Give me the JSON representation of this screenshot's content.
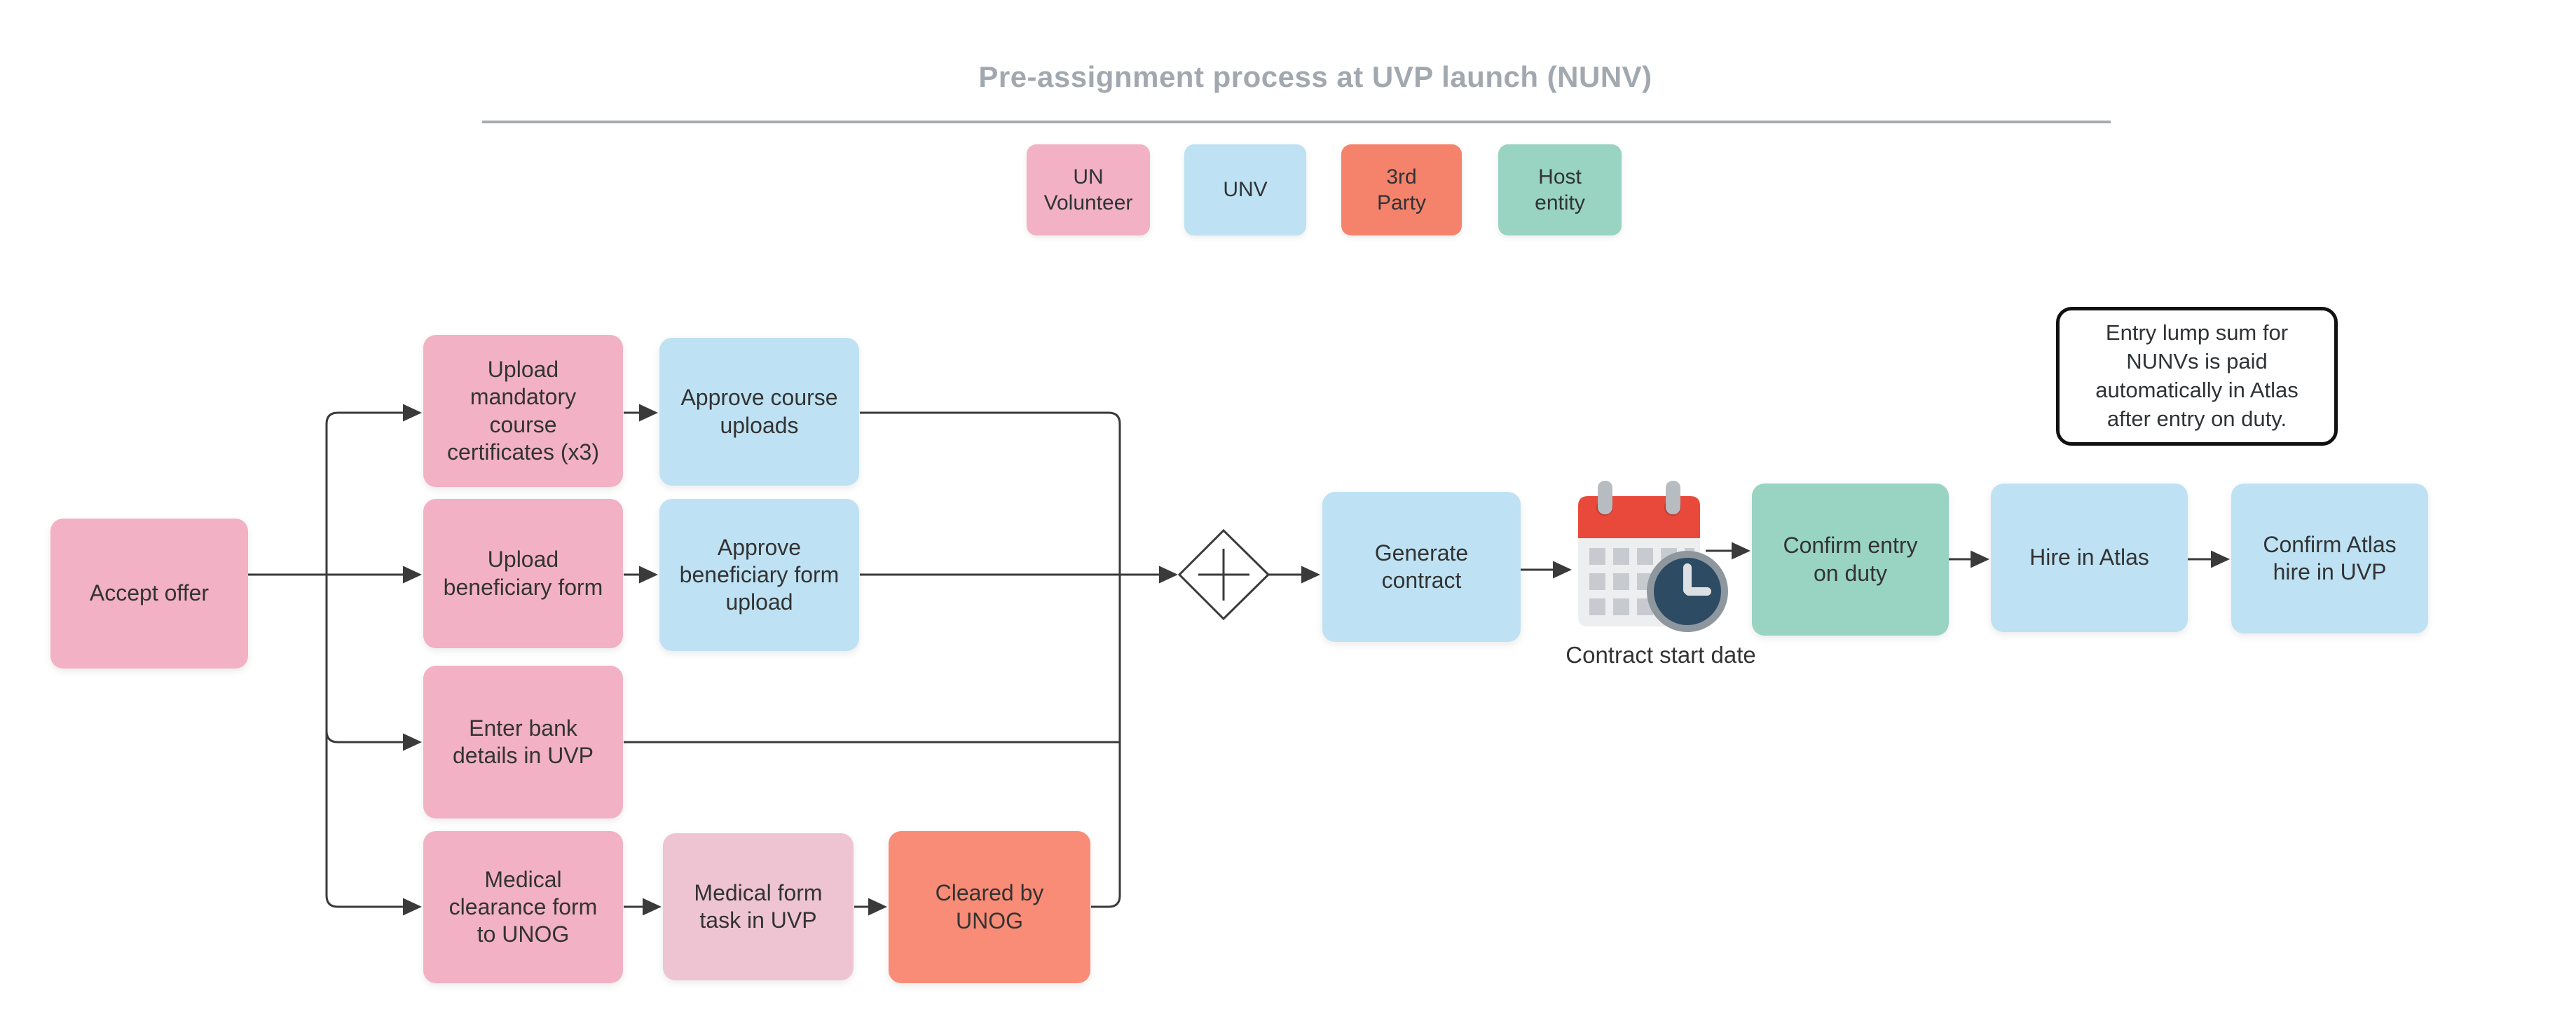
{
  "title": "Pre-assignment process at UVP launch (NUNV)",
  "legend": {
    "un_volunteer": {
      "label": "UN\nVolunteer",
      "color": "#F2B1C5"
    },
    "unv": {
      "label": "UNV",
      "color": "#BEE2F3"
    },
    "third_party": {
      "label": "3rd\nParty",
      "color": "#F5836C"
    },
    "host_entity": {
      "label": "Host\nentity",
      "color": "#99D3C2"
    }
  },
  "nodes": {
    "accept_offer": {
      "label": "Accept offer",
      "color": "#F2B1C5"
    },
    "upload_course": {
      "label": "Upload\nmandatory\ncourse\ncertificates (x3)",
      "color": "#F2B1C5"
    },
    "approve_course": {
      "label": "Approve course\nuploads",
      "color": "#BEE2F3"
    },
    "upload_beneficiary": {
      "label": "Upload\nbeneficiary form",
      "color": "#F2B1C5"
    },
    "approve_beneficiary": {
      "label": "Approve\nbeneficiary form\nupload",
      "color": "#BEE2F3"
    },
    "enter_bank": {
      "label": "Enter bank\ndetails in UVP",
      "color": "#F2B1C5"
    },
    "medical_clearance": {
      "label": "Medical\nclearance form\nto UNOG",
      "color": "#F2B1C5"
    },
    "medical_task": {
      "label": "Medical form\ntask in UVP",
      "color": "#EEC4D3"
    },
    "cleared_unog": {
      "label": "Cleared by\nUNOG",
      "color": "#F98C77"
    },
    "generate_contract": {
      "label": "Generate\ncontract",
      "color": "#BEE2F3"
    },
    "confirm_entry": {
      "label": "Confirm entry\non duty",
      "color": "#99D3C2"
    },
    "hire_atlas": {
      "label": "Hire in Atlas",
      "color": "#BEE2F3"
    },
    "confirm_atlas": {
      "label": "Confirm Atlas\nhire in UVP",
      "color": "#BEE2F3"
    }
  },
  "annotations": {
    "contract_start_date": "Contract start date",
    "note": "Entry lump sum for\nNUNVs is paid\nautomatically in Atlas\nafter entry on duty."
  },
  "icons": {
    "calendar_clock": "calendar-clock-icon",
    "parallel_gateway": "parallel-gateway-diamond"
  },
  "colors": {
    "title_gray": "#A2A8AF",
    "rule_gray": "#A7ABB0",
    "line_dark": "#3A3A3A",
    "text_dark": "#333333",
    "calendar_red": "#E8493A",
    "calendar_body": "#EDEEF0",
    "calendar_grid": "#C7CBCF",
    "clock_face": "#2E4B64",
    "clock_ring": "#8E979E"
  }
}
